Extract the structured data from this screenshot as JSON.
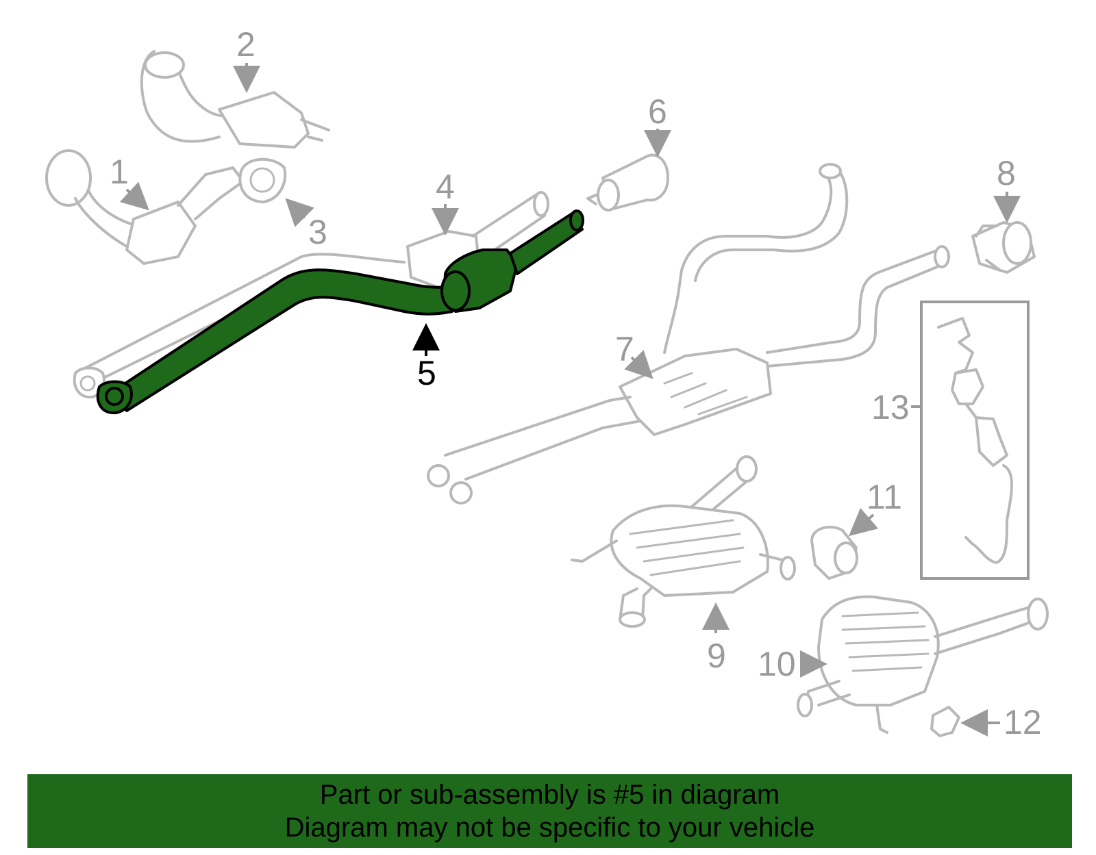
{
  "diagram": {
    "callouts": {
      "c1": "1",
      "c2": "2",
      "c3": "3",
      "c4": "4",
      "c5": "5",
      "c6": "6",
      "c7": "7",
      "c8": "8",
      "c9": "9",
      "c10": "10",
      "c11": "11",
      "c12": "12",
      "c13": "13"
    },
    "highlighted_part": "5",
    "colors": {
      "highlight": "#1f6a1a",
      "part_outline": "#b8b8b8",
      "callout_text": "#9a9a9a"
    }
  },
  "footer": {
    "line1": "Part or sub-assembly is #5 in diagram",
    "line2": "Diagram may not be specific to your vehicle"
  }
}
